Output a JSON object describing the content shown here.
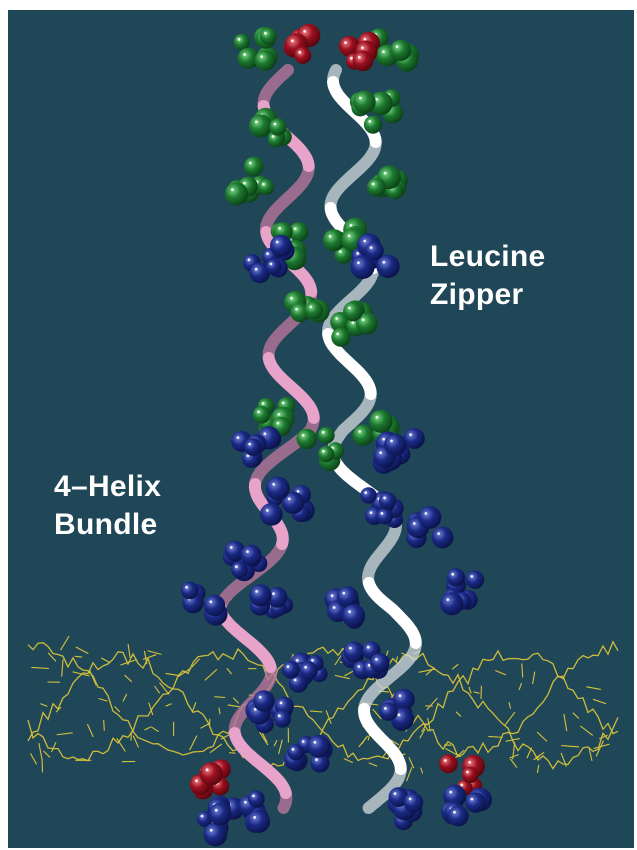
{
  "labels": {
    "leucine_zipper": [
      "Leucine",
      "Zipper"
    ],
    "helix_bundle": [
      "4–Helix",
      "Bundle"
    ]
  },
  "colors": {
    "background": "#1f4758",
    "helix_a": "#e7a3c9",
    "helix_b": "#ffffff",
    "leucine_atoms": "#1d7a30",
    "hydrophobic_atoms": "#15226b",
    "charged_atoms": "#8e0c18",
    "dna_backbone": "#d8c23a"
  }
}
